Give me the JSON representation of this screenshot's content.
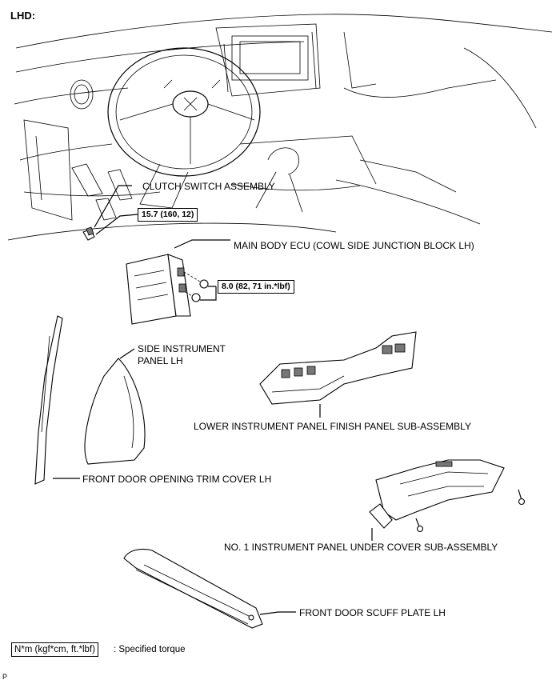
{
  "header": {
    "title": "LHD:"
  },
  "labels": {
    "clutch_switch": "CLUTCH SWITCH ASSEMBLY",
    "main_body_ecu": "MAIN BODY ECU (COWL SIDE JUNCTION BLOCK LH)",
    "side_panel_line1": "SIDE INSTRUMENT",
    "side_panel_line2": "PANEL LH",
    "lower_finish_panel": "LOWER INSTRUMENT PANEL FINISH PANEL SUB-ASSEMBLY",
    "door_trim_cover": "FRONT DOOR OPENING TRIM COVER LH",
    "under_cover": "NO. 1 INSTRUMENT PANEL UNDER COVER SUB-ASSEMBLY",
    "scuff_plate": "FRONT DOOR SCUFF PLATE LH"
  },
  "torques": {
    "clutch_switch": "15.7 (160, 12)",
    "ecu_nuts": "8.0 (82, 71 in.*lbf)"
  },
  "legend": {
    "unit_box": "N*m (kgf*cm, ft.*lbf)",
    "description": ": Specified torque"
  },
  "footer": {
    "code": "P"
  }
}
